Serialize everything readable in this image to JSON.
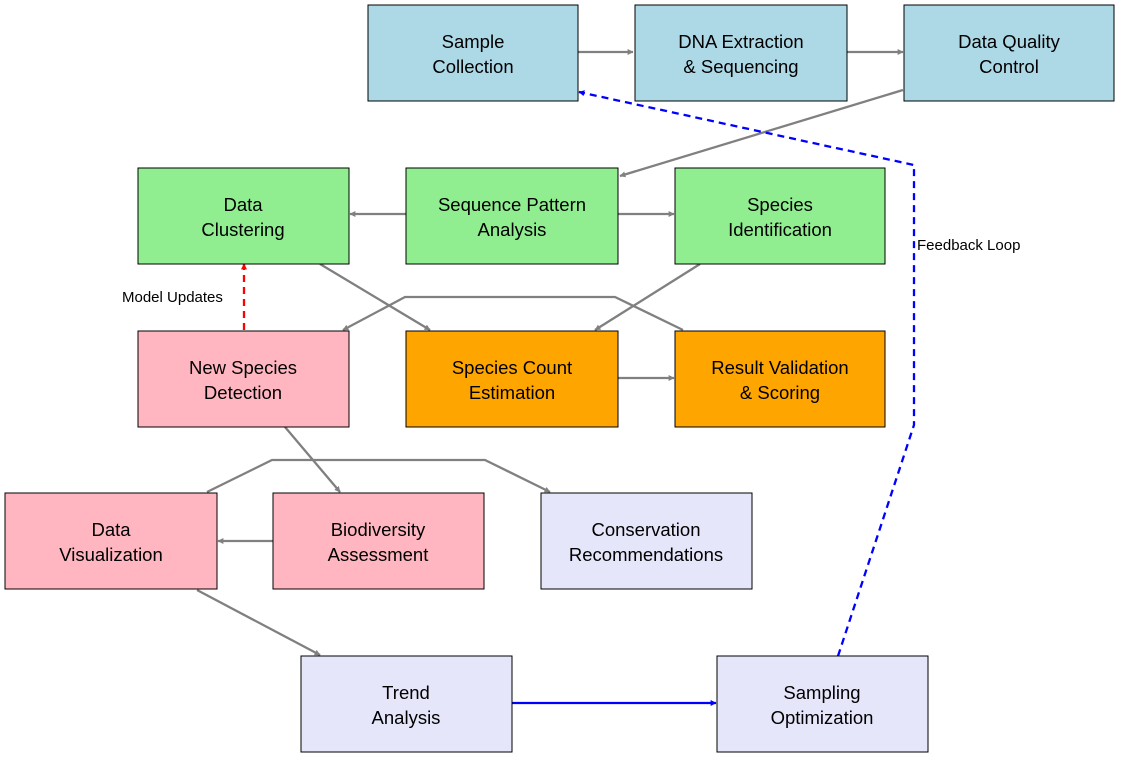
{
  "colors": {
    "collection": "#add8e6",
    "analysis": "#90ee90",
    "estimation": "#ffa500",
    "detection": "#ffb6c1",
    "output": "#e6e6fa",
    "edge": "#808080",
    "model_updates_edge": "#ff0000",
    "feedback_edge": "#0000ff"
  },
  "nodes": {
    "sample_collection": [
      "Sample",
      "Collection"
    ],
    "dna_extraction": [
      "DNA Extraction",
      "& Sequencing"
    ],
    "data_quality": [
      "Data Quality",
      "Control"
    ],
    "data_clustering": [
      "Data",
      "Clustering"
    ],
    "sequence_pattern": [
      "Sequence Pattern",
      "Analysis"
    ],
    "species_identification": [
      "Species",
      "Identification"
    ],
    "new_species": [
      "New Species",
      "Detection"
    ],
    "species_count": [
      "Species Count",
      "Estimation"
    ],
    "result_validation": [
      "Result Validation",
      "& Scoring"
    ],
    "data_visualization": [
      "Data",
      "Visualization"
    ],
    "biodiversity": [
      "Biodiversity",
      "Assessment"
    ],
    "conservation": [
      "Conservation",
      "Recommendations"
    ],
    "trend_analysis": [
      "Trend",
      "Analysis"
    ],
    "sampling_optimization": [
      "Sampling",
      "Optimization"
    ]
  },
  "edge_labels": {
    "model_updates": "Model Updates",
    "feedback_loop": "Feedback Loop"
  }
}
